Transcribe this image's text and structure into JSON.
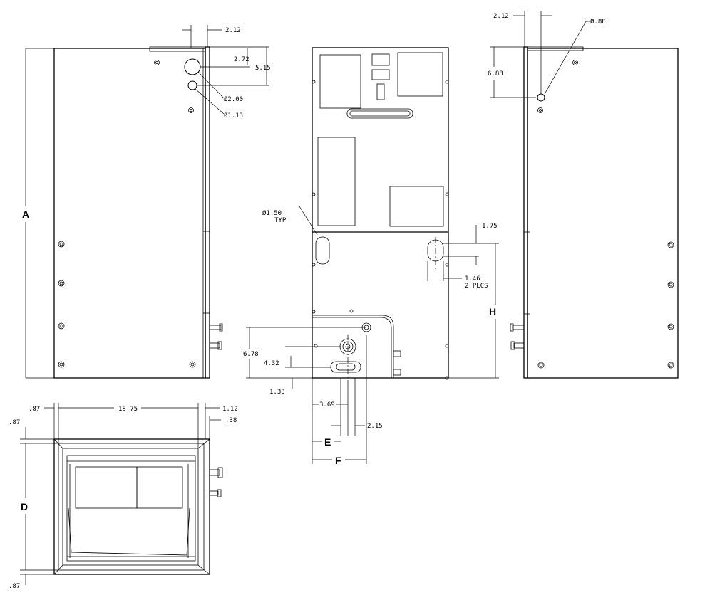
{
  "labels": {
    "A": "A",
    "D": "D",
    "E": "E",
    "F": "F",
    "H": "H"
  },
  "dimensions": {
    "left_top_offset": "2.12",
    "left_port_center": "2.72",
    "left_port_height": "5.15",
    "left_large_dia": "Ø2.00",
    "left_small_dia": "Ø1.13",
    "right_top_offset": "2.12",
    "right_port_dia": "Ø.88",
    "right_port_height": "6.88",
    "front_knockout_dia": "Ø1.50",
    "front_knockout_note": "TYP",
    "front_slot_width": "1.75",
    "front_slot_height": "1.46",
    "front_slot_note": "2 PLCS",
    "front_drain_height": "6.78",
    "front_slot_low_height": "4.32",
    "front_bottom_offset": "1.33",
    "front_drain_offset": "3.69",
    "front_drain_offset2": "2.15",
    "plan_left_margin": ".87",
    "plan_width": "18.75",
    "plan_right_margin": "1.12",
    "plan_right_flange": ".38",
    "plan_top_margin": ".87",
    "plan_bottom_margin": ".87"
  }
}
